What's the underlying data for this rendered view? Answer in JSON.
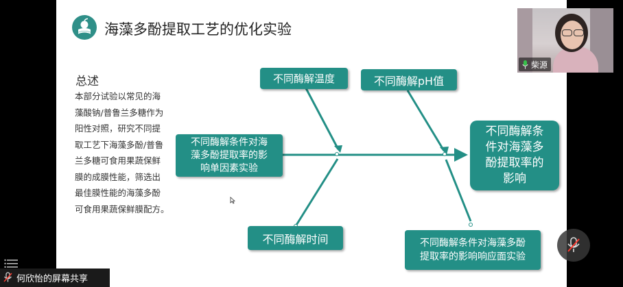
{
  "slide": {
    "title": "海藻多酚提取工艺的优化实验",
    "summary_heading": "总述",
    "summary_lines": [
      "本部分试验以常见的海",
      "藻酸钠/普鲁兰多糖作为",
      "阳性对照，研究不同提",
      "取工艺下海藻多酚/普鲁",
      "兰多糖可食用果蔬保鲜",
      "膜的成膜性能，筛选出",
      "最佳膜性能的海藻多酚",
      "可食用果蔬保鲜膜配方。"
    ],
    "fishbone": {
      "temp": "不同酶解温度",
      "ph": "不同酶解pH值",
      "single_lines": [
        "不同酶解条件对海",
        "藻多酚提取率的影",
        "响单因素实验"
      ],
      "result_lines": [
        "不同酶解条",
        "件对海藻多",
        "酚提取率的",
        "影响"
      ],
      "time": "不同酶解时间",
      "rsm_lines": [
        "不同酶解条件对海藻多酚",
        "提取率的影响响应面实验"
      ]
    }
  },
  "video": {
    "participant_name": "柴源"
  },
  "footer": {
    "share_label": "何欣怡的屏幕共享"
  },
  "icons": [
    "book-logo-icon",
    "mic-icon",
    "mic-muted-icon",
    "share-list-icon",
    "cursor-icon"
  ]
}
